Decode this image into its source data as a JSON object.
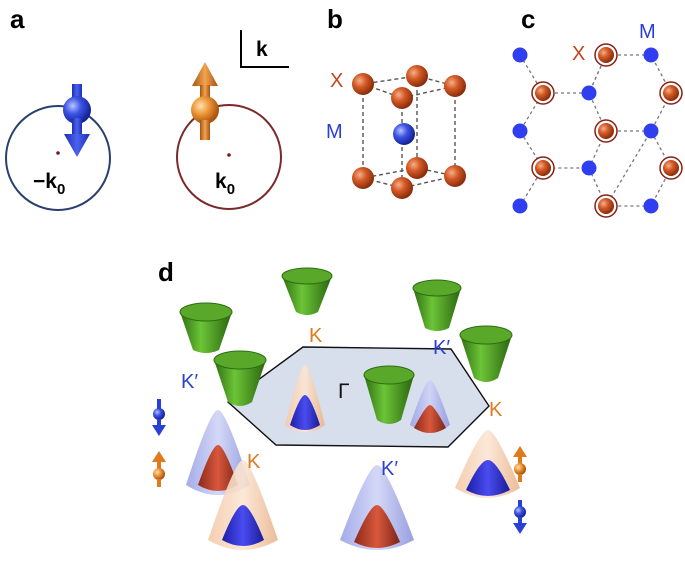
{
  "panels": {
    "a": {
      "label": "a",
      "k_axis": "k",
      "left_valley": "−k",
      "left_valley_sub": "0",
      "right_valley": "k",
      "right_valley_sub": "0"
    },
    "b": {
      "label": "b",
      "site_x": "X",
      "site_m": "M"
    },
    "c": {
      "label": "c",
      "site_x": "X",
      "site_m": "M"
    },
    "d": {
      "label": "d",
      "gamma": "Γ",
      "valleys": {
        "k_top": "K",
        "kp_top_right": "K′",
        "kp_left": "K′",
        "k_right": "K",
        "k_bottom_left": "K",
        "kp_bottom": "K′"
      }
    }
  },
  "colors": {
    "blue": "#2a3fd4",
    "orange": "#e07a1e",
    "red_atom": "#c8471c",
    "green": "#3f9b1f",
    "x_label": "#c0451c",
    "m_label": "#2a3fd4",
    "hexagon_fill": "#c9d3e6"
  },
  "icons": {
    "spin_down": "spin-down-arrow-icon",
    "spin_up": "spin-up-arrow-icon"
  }
}
